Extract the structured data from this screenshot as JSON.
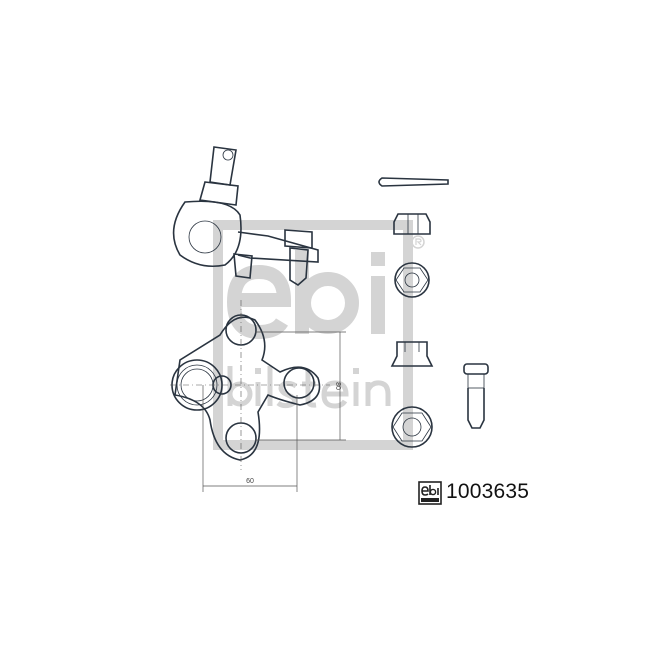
{
  "brand": {
    "logo_text": "febi",
    "logo_subtext": "bilstein",
    "registered_mark": "®"
  },
  "part_number": "1003635",
  "dimensions": {
    "horizontal": "60",
    "vertical": "80"
  },
  "colors": {
    "line": "#2a3440",
    "watermark": "#d4d4d4"
  }
}
